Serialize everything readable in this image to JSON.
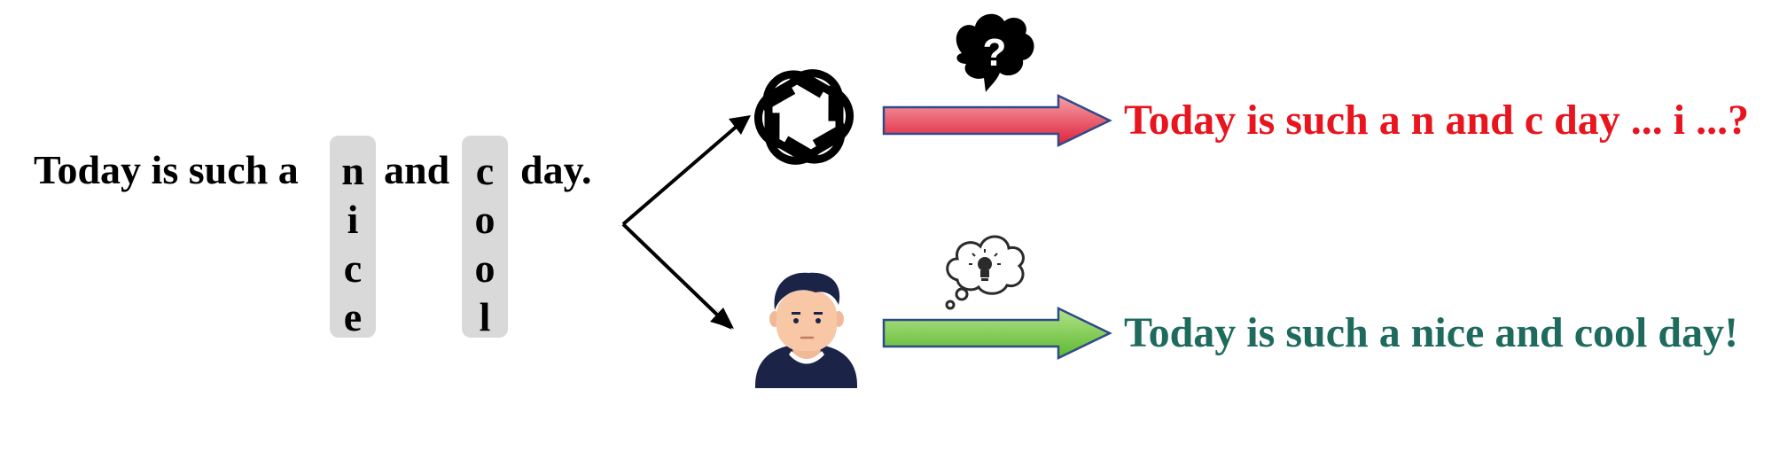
{
  "input": {
    "prefix": "Today is such a",
    "word1_letters": [
      "n",
      "i",
      "c",
      "e"
    ],
    "middle": "and",
    "word2_letters": [
      "c",
      "o",
      "o",
      "l"
    ],
    "suffix": "day."
  },
  "outputs": {
    "model": "Today is such a n and c day ... i ...?",
    "human": "Today is such a nice and cool day!"
  },
  "colors": {
    "model_text": "#e8141e",
    "human_text": "#1e6b5e",
    "model_arrow_top": "#f4a1a8",
    "model_arrow_bottom": "#e0203a",
    "human_arrow_top": "#b3e38a",
    "human_arrow_bottom": "#5cb82e",
    "arrow_border": "#2f4a8a",
    "letter_box": "#d9d9d9"
  },
  "icons": {
    "model": "openai-logo-icon",
    "model_thought": "confused-question-bubble-icon",
    "human": "person-avatar-icon",
    "human_thought": "idea-lightbulb-bubble-icon"
  }
}
